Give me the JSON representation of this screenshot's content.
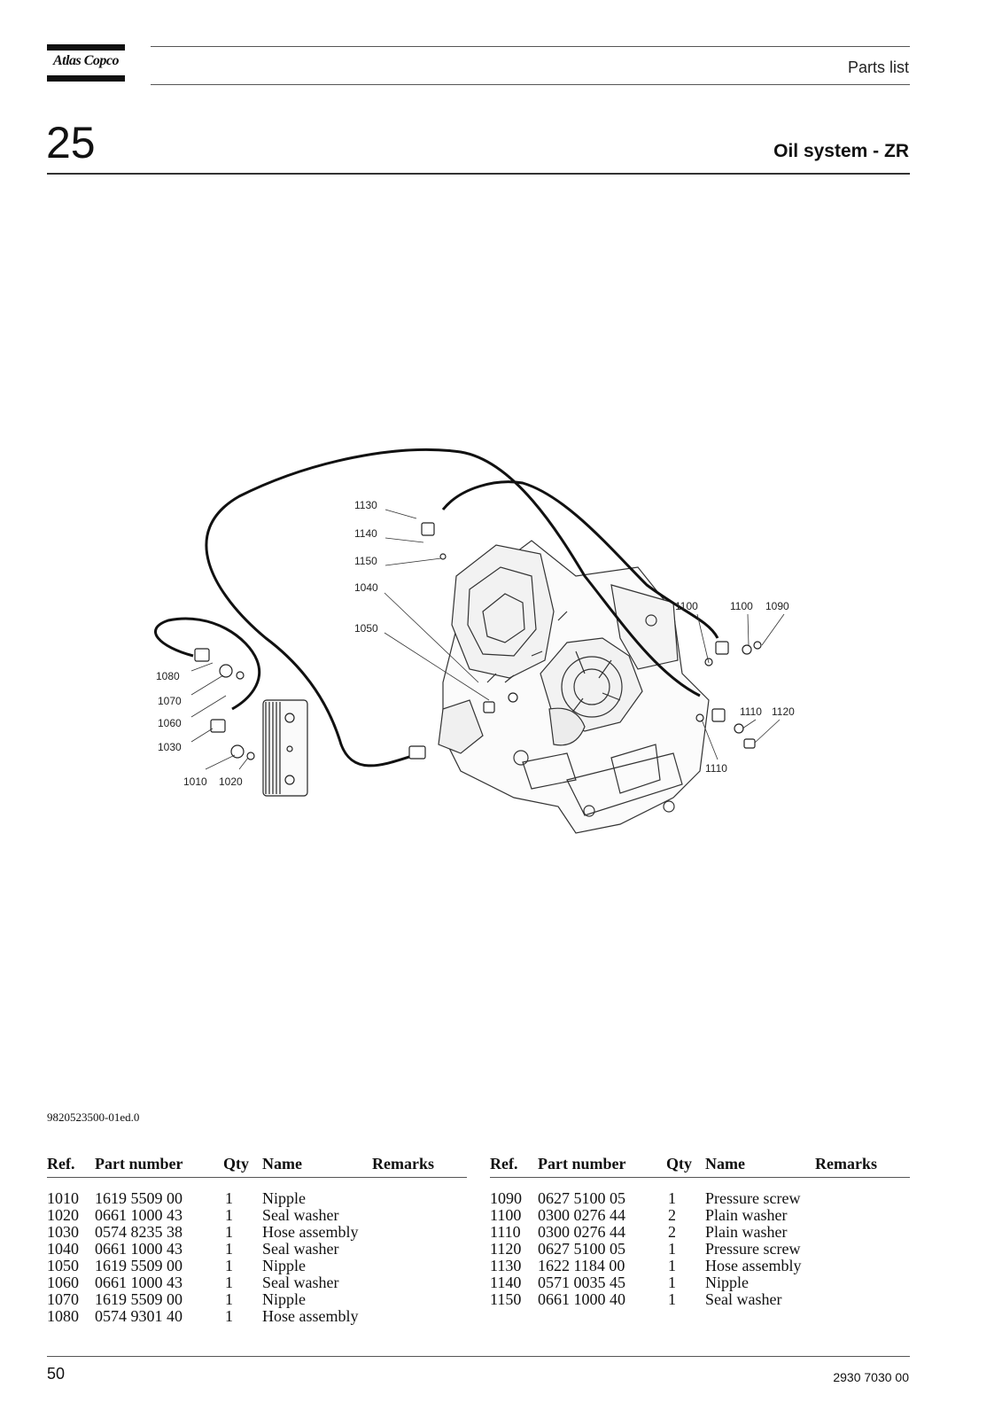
{
  "header": {
    "brand": "Atlas Copco",
    "section_label": "Parts list"
  },
  "chapter": {
    "number": "25",
    "title": "Oil system - ZR"
  },
  "drawing": {
    "callouts": [
      "1130",
      "1140",
      "1150",
      "1040",
      "1050",
      "1100",
      "1100",
      "1090",
      "1080",
      "1070",
      "1060",
      "1030",
      "1010",
      "1020",
      "1110",
      "1120",
      "1110"
    ],
    "drawing_number": "9820523500-01ed.0"
  },
  "table": {
    "headers": {
      "ref": "Ref.",
      "part_number": "Part number",
      "qty": "Qty",
      "name": "Name",
      "remarks": "Remarks"
    },
    "left_rows": [
      {
        "ref": "1010",
        "part_number": "1619 5509 00",
        "qty": "1",
        "name": "Nipple",
        "remarks": ""
      },
      {
        "ref": "1020",
        "part_number": "0661 1000 43",
        "qty": "1",
        "name": "Seal washer",
        "remarks": ""
      },
      {
        "ref": "1030",
        "part_number": "0574 8235 38",
        "qty": "1",
        "name": "Hose assembly",
        "remarks": ""
      },
      {
        "ref": "1040",
        "part_number": "0661 1000 43",
        "qty": "1",
        "name": "Seal washer",
        "remarks": ""
      },
      {
        "ref": "1050",
        "part_number": "1619 5509 00",
        "qty": "1",
        "name": "Nipple",
        "remarks": ""
      },
      {
        "ref": "1060",
        "part_number": "0661 1000 43",
        "qty": "1",
        "name": "Seal washer",
        "remarks": ""
      },
      {
        "ref": "1070",
        "part_number": "1619 5509 00",
        "qty": "1",
        "name": "Nipple",
        "remarks": ""
      },
      {
        "ref": "1080",
        "part_number": "0574 9301 40",
        "qty": "1",
        "name": "Hose assembly",
        "remarks": ""
      }
    ],
    "right_rows": [
      {
        "ref": "1090",
        "part_number": "0627 5100 05",
        "qty": "1",
        "name": "Pressure screw",
        "remarks": ""
      },
      {
        "ref": "1100",
        "part_number": "0300 0276 44",
        "qty": "2",
        "name": "Plain washer",
        "remarks": ""
      },
      {
        "ref": "1110",
        "part_number": "0300 0276 44",
        "qty": "2",
        "name": "Plain washer",
        "remarks": ""
      },
      {
        "ref": "1120",
        "part_number": "0627 5100 05",
        "qty": "1",
        "name": "Pressure screw",
        "remarks": ""
      },
      {
        "ref": "1130",
        "part_number": "1622 1184 00",
        "qty": "1",
        "name": "Hose assembly",
        "remarks": ""
      },
      {
        "ref": "1140",
        "part_number": "0571 0035 45",
        "qty": "1",
        "name": "Nipple",
        "remarks": ""
      },
      {
        "ref": "1150",
        "part_number": "0661 1000 40",
        "qty": "1",
        "name": "Seal washer",
        "remarks": ""
      }
    ]
  },
  "footer": {
    "page_number": "50",
    "document_number": "2930 7030 00"
  }
}
